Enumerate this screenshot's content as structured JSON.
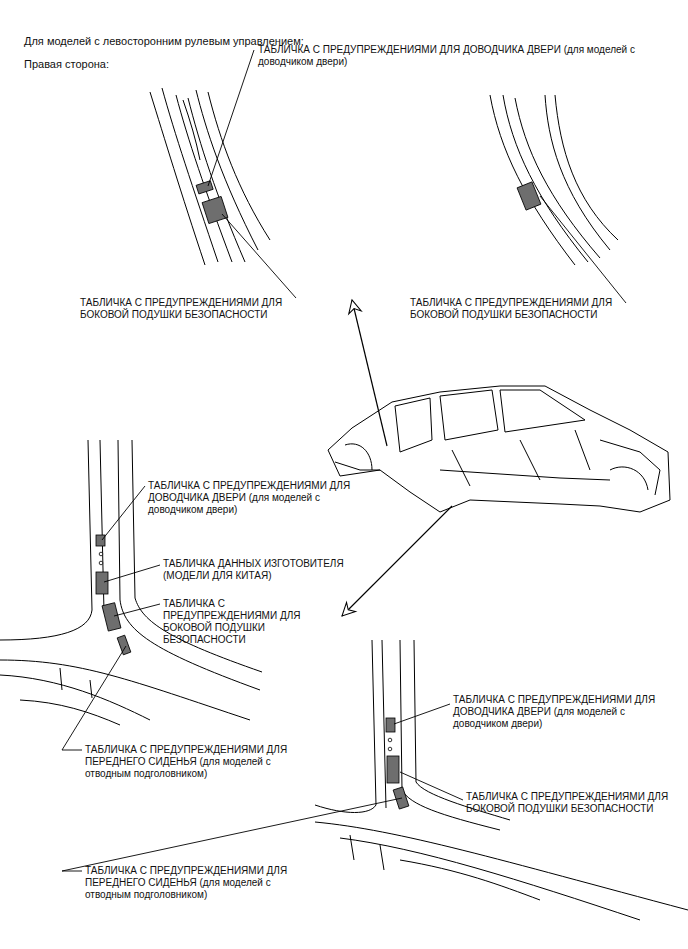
{
  "diagram": {
    "title": "Для моделей с левосторонним рулевым управлением:",
    "labels": [
      "Правая сторона:",
      "ТАБЛИЧКА С ПРЕДУПРЕЖДЕНИЯМИ ДЛЯ ДОВОДЧИКА ДВЕРИ (для моделей с доводчиком двери)",
      "ТАБЛИЧКА С ПРЕДУПРЕЖДЕНИЯМИ ДЛЯ БОКОВОЙ ПОДУШКИ БЕЗОПАСНОСТИ",
      "ТАБЛИЧКА С ПРЕДУПРЕЖДЕНИЯМИ ДЛЯ БОКОВОЙ ПОДУШКИ БЕЗОПАСНОСТИ",
      "ТАБЛИЧКА С ПРЕДУПРЕЖДЕНИЯМИ ДЛЯ ДОВОДЧИКА ДВЕРИ (для моделей с доводчиком двери)",
      "ТАБЛИЧКА ДАННЫХ ИЗГОТОВИТЕЛЯ (МОДЕЛИ ДЛЯ КИТАЯ)",
      "ТАБЛИЧКА С ПРЕДУПРЕЖДЕНИЯМИ ДЛЯ БОКОВОЙ ПОДУШКИ БЕЗОПАСНОСТИ",
      "ТАБЛИЧКА С ПРЕДУПРЕЖДЕНИЯМИ ДЛЯ ПЕРЕДНЕГО СИДЕНЬЯ (для моделей с отводным подголовником)",
      "ТАБЛИЧКА С ПРЕДУПРЕЖДЕНИЯМИ ДЛЯ ДОВОДЧИКА ДВЕРИ (для моделей с доводчиком двери)",
      "ТАБЛИЧКА С ПРЕДУПРЕЖДЕНИЯМИ ДЛЯ БОКОВОЙ ПОДУШКИ БЕЗОПАСНОСТИ",
      "ТАБЛИЧКА С ПРЕДУПРЕЖДЕНИЯМИ ДЛЯ ПЕРЕДНЕГО СИДЕНЬЯ (для моделей с отводным подголовником)"
    ]
  }
}
